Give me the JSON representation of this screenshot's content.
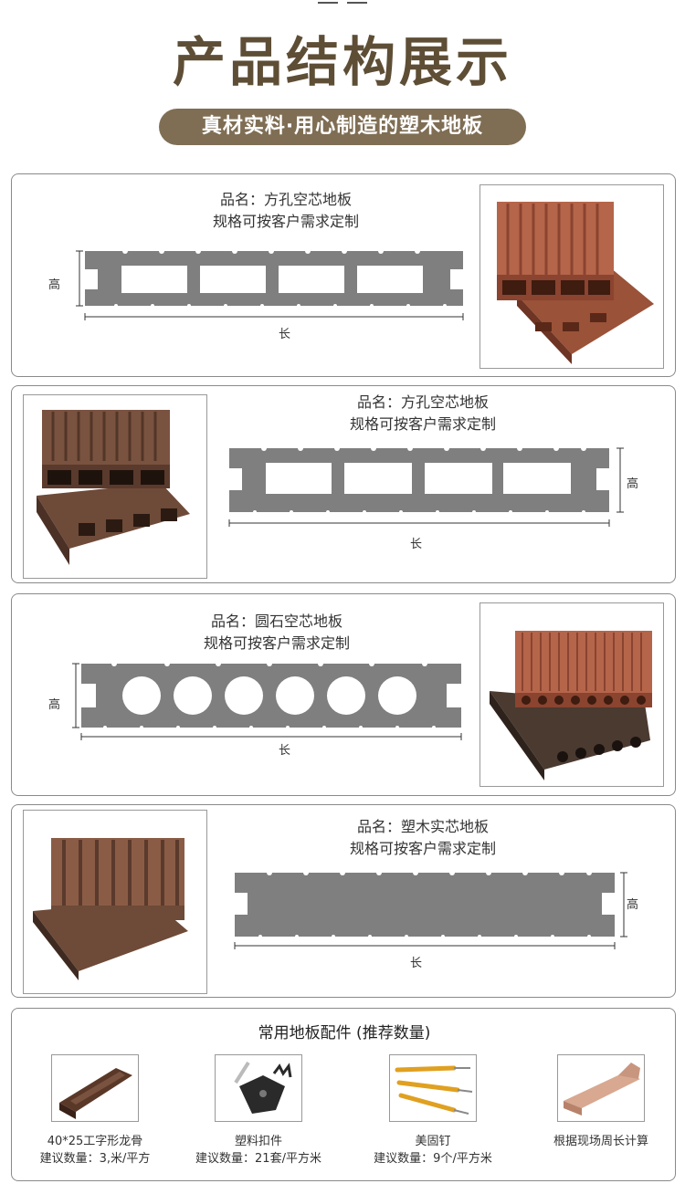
{
  "header": {
    "title": "产品结构展示",
    "subtitle": "真材实料·用心制造的塑木地板"
  },
  "dimension_labels": {
    "height": "高",
    "length": "长"
  },
  "products": [
    {
      "name_line": "品名：方孔空芯地板",
      "custom_line": "规格可按客户需求定制"
    },
    {
      "name_line": "品名：方孔空芯地板",
      "custom_line": "规格可按客户需求定制"
    },
    {
      "name_line": "品名：圆石空芯地板",
      "custom_line": "规格可按客户需求定制"
    },
    {
      "name_line": "品名：塑木实芯地板",
      "custom_line": "规格可按客户需求定制"
    }
  ],
  "accessories": {
    "title": "常用地板配件 (推荐数量)",
    "items": [
      {
        "name": "40*25工字形龙骨",
        "qty": "建议数量：3,米/平方"
      },
      {
        "name": "塑料扣件",
        "qty": "建议数量：21套/平方米"
      },
      {
        "name": "美固钉",
        "qty": "建议数量：9个/平方米"
      },
      {
        "name": "",
        "qty": "根据现场周长计算"
      }
    ]
  },
  "colors": {
    "title_brown": "#5e4e36",
    "pill_bg": "#7f6e54",
    "profile_gray": "#7f7f7f",
    "board_red": "#b5654a",
    "board_brown": "#6e4a38",
    "board_dark": "#4b3a30"
  }
}
